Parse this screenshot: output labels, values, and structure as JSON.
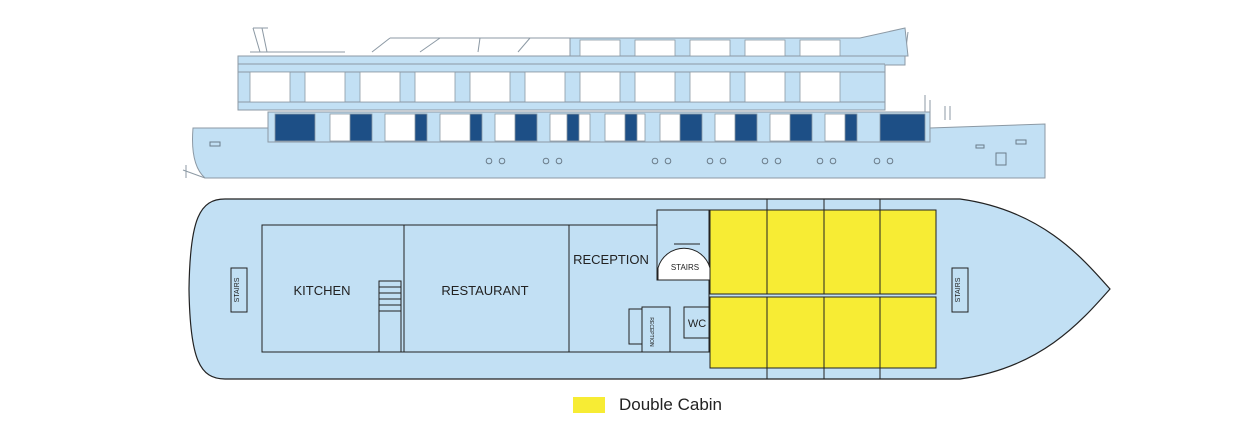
{
  "labels": {
    "kitchen": "KITCHEN",
    "restaurant": "RESTAURANT",
    "reception": "RECEPTION",
    "reception_desk": "RECEPTION",
    "stairs_center": "STAIRS",
    "stairs_left": "STAIRS",
    "stairs_right": "STAIRS",
    "wc": "WC"
  },
  "legend": {
    "double_cabin": "Double Cabin"
  },
  "colors": {
    "deck_fill": "#c2e0f4",
    "stroke": "#222222",
    "cabin_yellow": "#f7ec34",
    "window_navy": "#1d4f86",
    "hull_outline": "#9aa7b2"
  }
}
